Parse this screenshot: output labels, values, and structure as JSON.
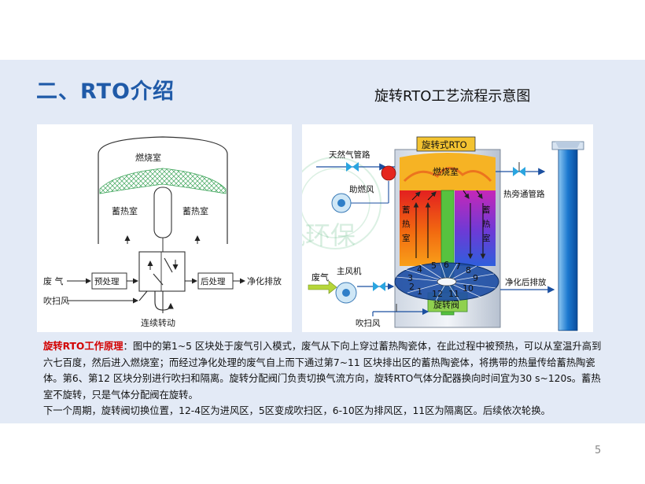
{
  "slide": {
    "title": "二、RTO介绍",
    "subtitle": "旋转RTO工艺流程示意图",
    "page_number": "5"
  },
  "left_diagram": {
    "combustion_chamber": "燃烧室",
    "regen_left": "蓄热室",
    "regen_right": "蓄热室",
    "waste_gas": "废 气",
    "purge_air": "吹扫风",
    "pretreatment": "预处理",
    "posttreatment": "后处理",
    "clean_exhaust": "净化排放",
    "continuous_rotation": "连续转动"
  },
  "right_diagram": {
    "header": "旋转式RTO",
    "natural_gas": "天然气管路",
    "combustion_air": "助燃风",
    "combustion_chamber": "燃烧室",
    "bypass_pipe": "热旁通管路",
    "regen_left": [
      "蓄",
      "热",
      "室"
    ],
    "regen_right": [
      "蓄",
      "热",
      "室"
    ],
    "waste_gas": "废气",
    "main_fan": "主风机",
    "clean_exhaust": "净化后排放",
    "purge_air": "吹扫风",
    "rotary_valve": "旋转阀",
    "zones": [
      "1",
      "2",
      "3",
      "4",
      "5",
      "6",
      "7",
      "8",
      "9",
      "10",
      "11",
      "12"
    ],
    "watermark": "启风环保"
  },
  "description": {
    "label": "旋转RTO工作原理",
    "p1": "：图中的第1~5 区块处于废气引入模式，废气从下向上穿过蓄热陶瓷体，在此过程中被预热，可以从室温升高到六七百度，然后进入燃烧室；而经过净化处理的废气自上而下通过第7~11 区块排出区的蓄热陶瓷体，将携带的热量传给蓄热陶瓷体。第6、第12 区块分别进行吹扫和隔离。旋转分配阀门负责切换气流方向，旋转RTO气体分配器换向时间宜为30 s~120s。蓄热室不旋转，只是气体分配阀在旋转。",
    "p2": "下一个周期，旋转阀切换位置，12-4区为进风区，5区变成吹扫区，6-10区为排风区，11区为隔离区。后续依次轮换。"
  },
  "colors": {
    "title_blue": "#1f5aa8",
    "highlight_red": "#d20000",
    "band": "#e3eaf6"
  }
}
